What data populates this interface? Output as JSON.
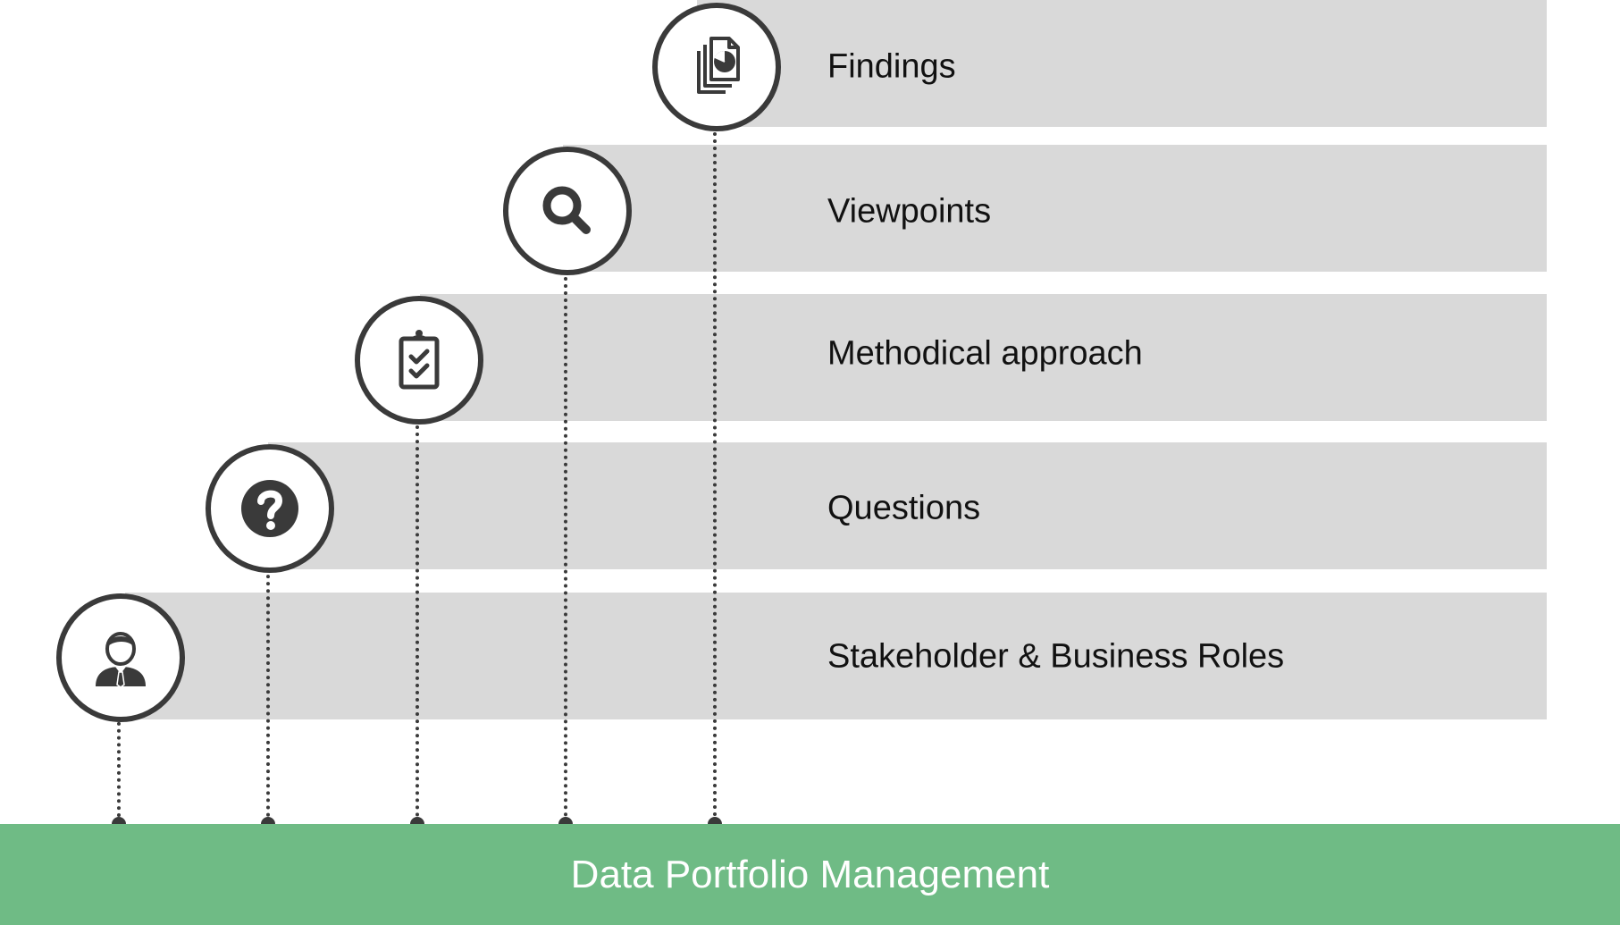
{
  "levels": [
    {
      "label": "Stakeholder & Business Roles",
      "icon": "person-icon"
    },
    {
      "label": "Questions",
      "icon": "question-icon"
    },
    {
      "label": "Methodical approach",
      "icon": "clipboard-check-icon"
    },
    {
      "label": "Viewpoints",
      "icon": "magnifier-icon"
    },
    {
      "label": "Findings",
      "icon": "documents-chart-icon"
    }
  ],
  "footer": {
    "title": "Data Portfolio Management"
  },
  "colors": {
    "band": "#d9d9d9",
    "icon": "#3a3a3a",
    "footer": "#6fbb85"
  }
}
